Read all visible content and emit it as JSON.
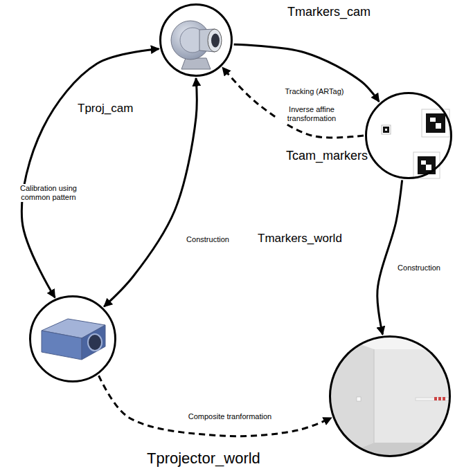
{
  "diagram": {
    "nodes": [
      {
        "text": []
      },
      {
        "text": []
      },
      {
        "text": []
      },
      {
        "text": []
      }
    ],
    "edges": [
      {
        "from": 0,
        "to": 1,
        "arrow": "to",
        "label": "Tracking (ARTag)"
      },
      {
        "from": 1,
        "to": 0,
        "arrow": "to",
        "label": "Inverse affine transformation"
      },
      {
        "from": 1,
        "to": 3,
        "arrow": "to",
        "label": "Construction"
      },
      {
        "from": 0,
        "to": 2,
        "arrow": "both",
        "label": "Calibration using common pattern"
      },
      {
        "from": 0,
        "to": 2,
        "arrow": "both",
        "label": "Construction"
      },
      {
        "from": 2,
        "to": 3,
        "arrow": "to",
        "label": "Composite tranformation"
      }
    ],
    "labels": [
      "Tmarkers_cam",
      "Tcam_markers",
      "Tproj_cam",
      "Tmarkers_world",
      "Tprojector_world"
    ]
  }
}
